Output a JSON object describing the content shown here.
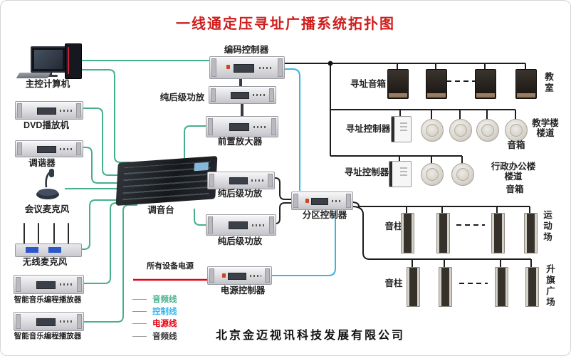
{
  "title": "一线通定压寻址广播系统拓扑图",
  "company": "北京金迈视讯科技发展有限公司",
  "colors": {
    "audio_line": "#45b08c",
    "control_line": "#35b6e8",
    "power_line": "#e60012",
    "speaker_line": "#1c1c1c",
    "title_color": "#cf1d1d"
  },
  "devices": {
    "computer": "主控计算机",
    "dvd": "DVD播放机",
    "tuner": "调谐器",
    "conf_mic": "会议麦克风",
    "wireless_mic": "无线麦克风",
    "player1": "智能音乐编程播放器",
    "player2": "智能音乐编程播放器",
    "encoder": "编码控制器",
    "amp1": "纯后级功放",
    "preamp": "前置放大器",
    "mixer": "调音台",
    "amp2": "纯后级功放",
    "amp3": "纯后级功放",
    "zone_ctrl": "分区控制器",
    "power_ctrl": "电源控制器"
  },
  "power_note": "所有设备电源",
  "legend": {
    "audio": "音频线",
    "control": "控制线",
    "power": "电源线",
    "speaker": "音频线"
  },
  "right": {
    "row1": {
      "label": "寻址音箱",
      "location": "教室"
    },
    "row2": {
      "label": "寻址控制器",
      "speakers": "音箱",
      "location": "教学楼楼道"
    },
    "row3": {
      "label": "寻址控制器",
      "speakers": "音箱",
      "location": "行政办公楼楼道"
    },
    "row4": {
      "label": "音柱",
      "location": "运动场"
    },
    "row5": {
      "label": "音柱",
      "location": "升旗广场"
    }
  }
}
